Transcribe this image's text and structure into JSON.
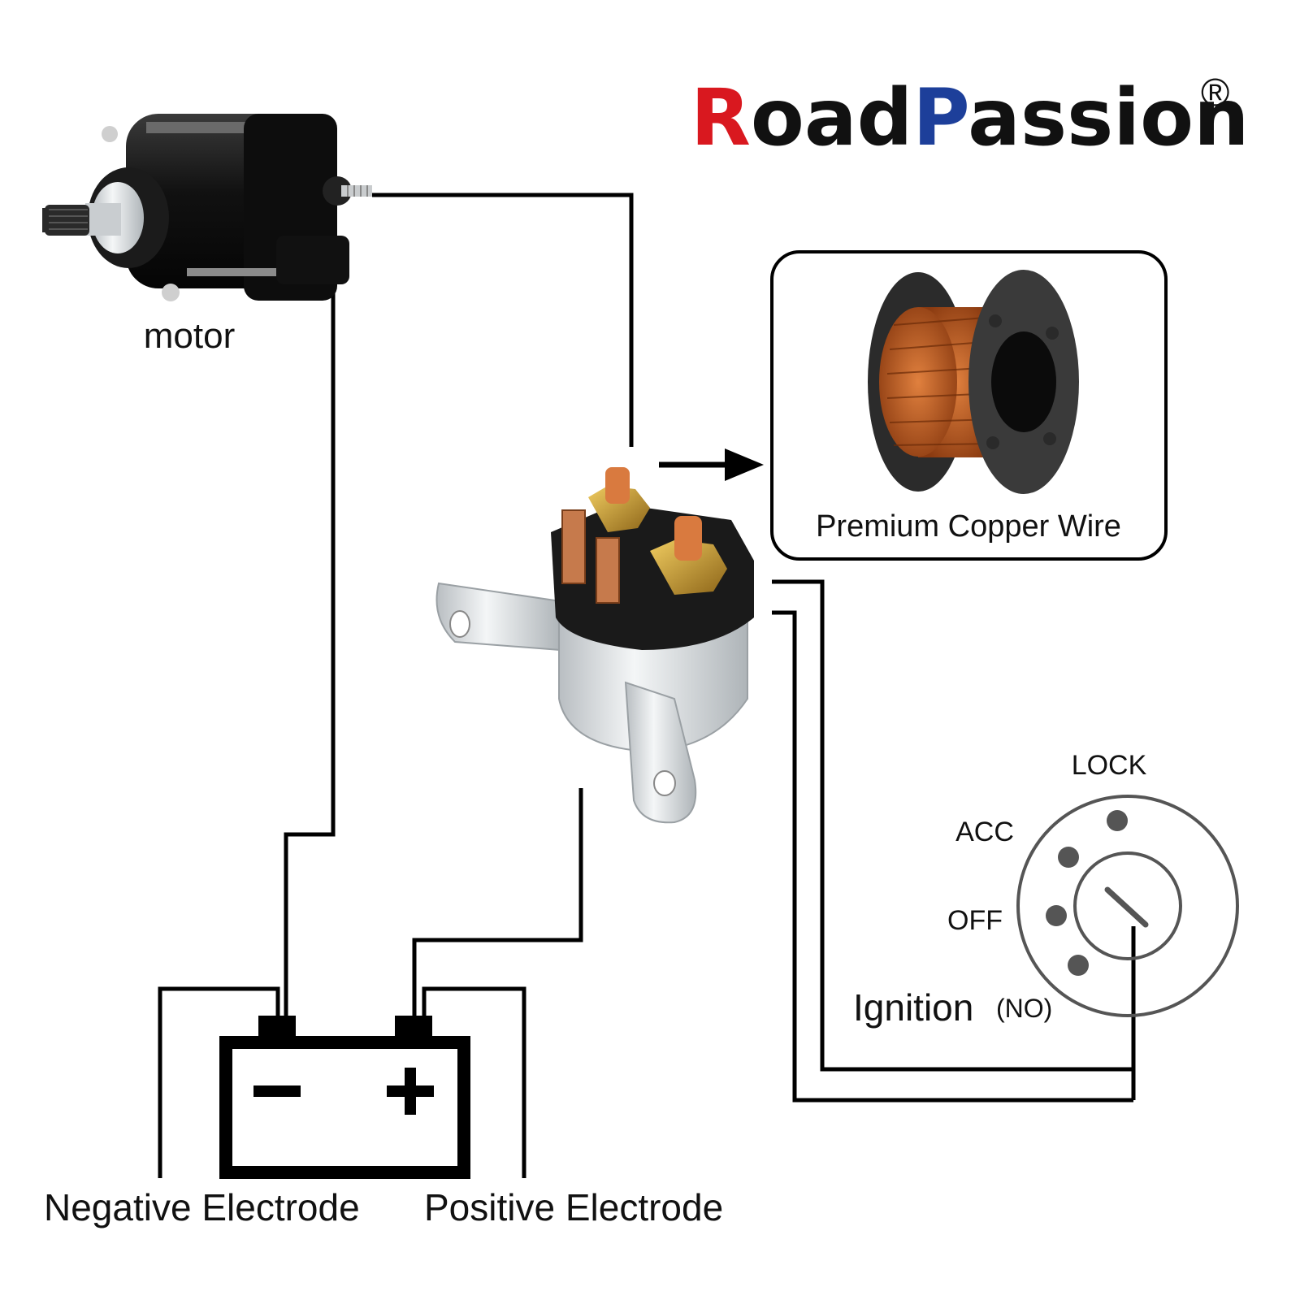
{
  "brand": {
    "part1_initial": "R",
    "part1_rest": "oad",
    "part2_initial": "P",
    "part2_rest": "assion",
    "registered": "®",
    "colors": {
      "red": "#d9181f",
      "blue": "#1d3f9a",
      "dark": "#111111"
    }
  },
  "labels": {
    "motor": "motor",
    "copper_wire": "Premium Copper Wire",
    "negative": "Negative Electrode",
    "positive": "Positive Electrode",
    "ignition": "Ignition",
    "ignition_mode": "(NO)",
    "lock": "LOCK",
    "acc": "ACC",
    "off": "OFF"
  },
  "battery": {
    "minus_symbol": "minus-icon",
    "plus_symbol": "plus-icon"
  },
  "colors": {
    "wire": "#000000",
    "copper": "#b5541c",
    "steel": "#d9dde0",
    "housing": "#1a1a1a",
    "brass": "#c89a2e"
  }
}
